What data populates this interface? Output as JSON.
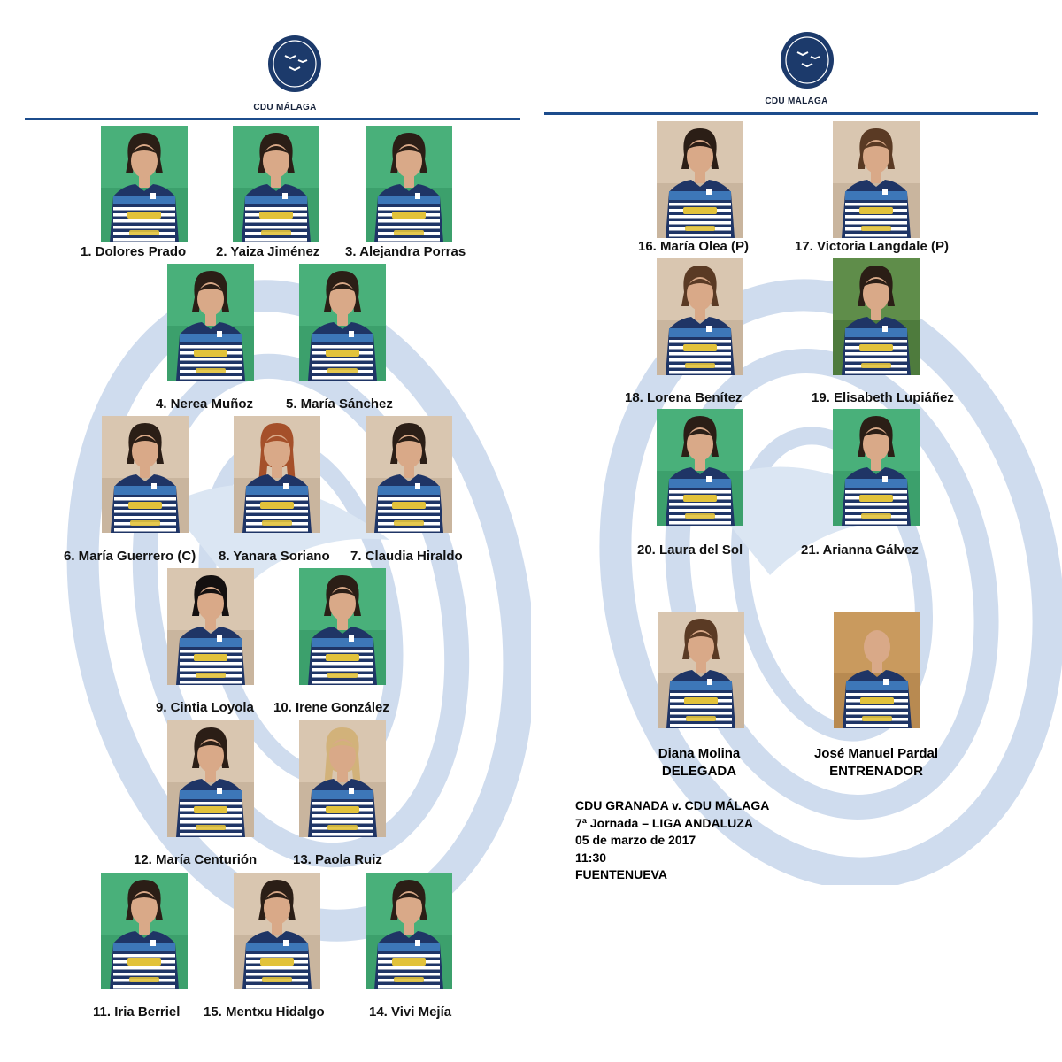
{
  "brand": {
    "logo_text": "CDU MÁLAGA",
    "navy": "#1c3a6b",
    "rule_color": "#1c4c8c",
    "watermark_color": "#c9d8ec"
  },
  "left": {
    "players": [
      {
        "label": "1. Dolores Prado",
        "bg": "green",
        "hair": "dark"
      },
      {
        "label": "2. Yaiza Jiménez",
        "bg": "green",
        "hair": "dark"
      },
      {
        "label": "3. Alejandra Porras",
        "bg": "green",
        "hair": "dark"
      },
      {
        "label": "4. Nerea Muñoz",
        "bg": "green",
        "hair": "dark"
      },
      {
        "label": "5. María Sánchez",
        "bg": "green",
        "hair": "dark"
      },
      {
        "label": "6. María Guerrero (C)",
        "bg": "wall",
        "hair": "dark"
      },
      {
        "label": "8. Yanara Soriano",
        "bg": "wall",
        "hair": "red"
      },
      {
        "label": "7. Claudia Hiraldo",
        "bg": "wall",
        "hair": "dark"
      },
      {
        "label": "9. Cintia Loyola",
        "bg": "wall",
        "hair": "black"
      },
      {
        "label": "10. Irene González",
        "bg": "green",
        "hair": "dark"
      },
      {
        "label": "12. María Centurión",
        "bg": "wall",
        "hair": "dark"
      },
      {
        "label": "13. Paola Ruiz",
        "bg": "wall",
        "hair": "blonde"
      },
      {
        "label": "11. Iria Berriel",
        "bg": "green",
        "hair": "dark"
      },
      {
        "label": "15. Mentxu Hidalgo",
        "bg": "wall",
        "hair": "dark"
      },
      {
        "label": "14. Vivi Mejía",
        "bg": "green",
        "hair": "dark"
      }
    ]
  },
  "right": {
    "players": [
      {
        "label": "16. María Olea (P)",
        "bg": "wall",
        "hair": "dark"
      },
      {
        "label": "17. Victoria Langdale (P)",
        "bg": "wall",
        "hair": "brown"
      },
      {
        "label": "18. Lorena Benítez",
        "bg": "wall",
        "hair": "brown"
      },
      {
        "label": "19. Elisabeth Lupiáñez",
        "bg": "action",
        "hair": "dark"
      },
      {
        "label": "20. Laura del Sol",
        "bg": "green",
        "hair": "dark"
      },
      {
        "label": "21. Arianna Gálvez",
        "bg": "green",
        "hair": "dark"
      }
    ],
    "staff": [
      {
        "name": "Diana Molina",
        "role": "DELEGADA",
        "bg": "wall",
        "hair": "brown"
      },
      {
        "name": "José Manuel Pardal",
        "role": "ENTRENADOR",
        "bg": "wood",
        "hair": "bald"
      }
    ]
  },
  "match": {
    "teams": "CDU GRANADA v. CDU MÁLAGA",
    "round": "7ª Jornada – LIGA ANDALUZA",
    "date": "05 de marzo de 2017",
    "time": "11:30",
    "venue": "FUENTENUEVA"
  }
}
